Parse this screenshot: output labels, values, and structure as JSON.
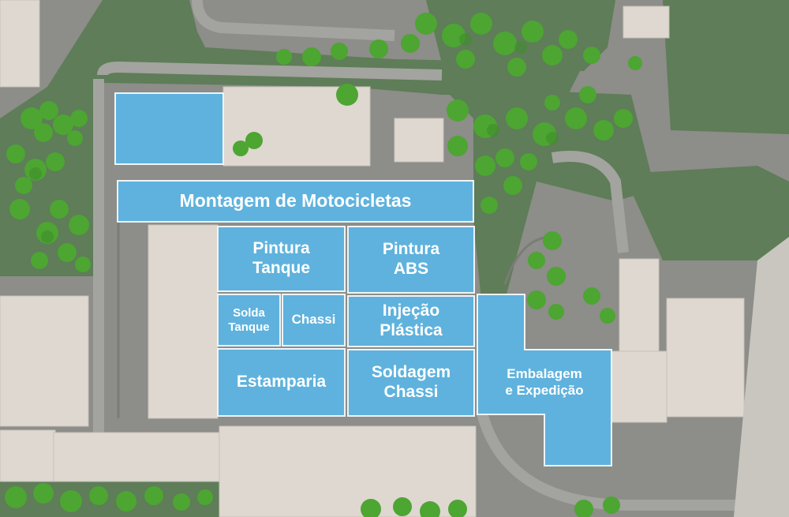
{
  "map": {
    "colors": {
      "zone_fill": "#5fb2dd",
      "zone_border": "#eef4f8",
      "label": "#ffffff",
      "grass": "#5e7d58",
      "pavement": "#8d8d89",
      "building": "#ded8d0",
      "tree": "#4da532"
    },
    "zones": {
      "blank": {
        "label": ""
      },
      "montagem": {
        "label": "Montagem de Motocicletas"
      },
      "pintura_tanque": {
        "line1": "Pintura",
        "line2": "Tanque"
      },
      "pintura_abs": {
        "line1": "Pintura",
        "line2": "ABS"
      },
      "solda_tanque": {
        "line1": "Solda",
        "line2": "Tanque"
      },
      "chassi": {
        "label": "Chassi"
      },
      "injecao": {
        "line1": "Injeção",
        "line2": "Plástica"
      },
      "estamparia": {
        "label": "Estamparia"
      },
      "soldagem_chassi": {
        "line1": "Soldagem",
        "line2": "Chassi"
      },
      "embalagem": {
        "line1": "Embalagem",
        "line2": "e Expedição"
      }
    }
  }
}
